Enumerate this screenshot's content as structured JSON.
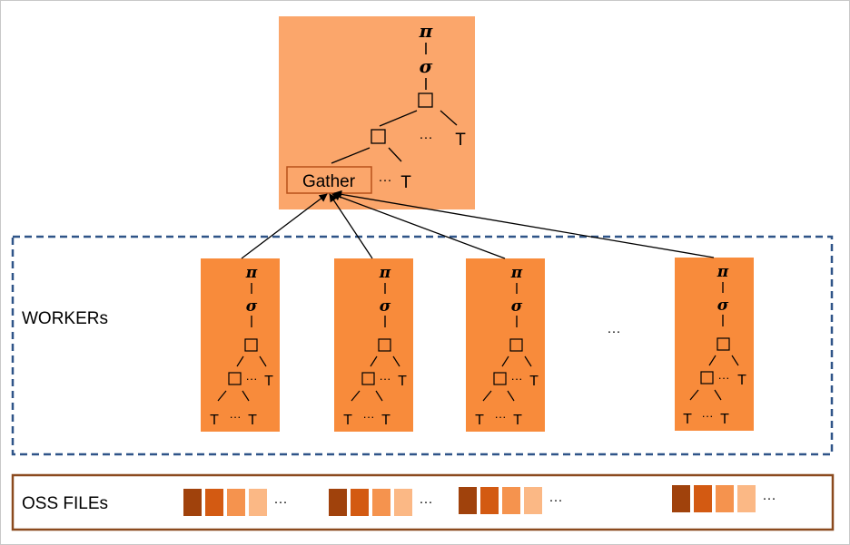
{
  "coordinator": {
    "project_symbol": "π",
    "select_symbol": "σ",
    "gather_label": "Gather",
    "ellipsis": "···",
    "table_label": "T"
  },
  "workers": {
    "label": "WORKERs",
    "between_ellipsis": "···",
    "plans": [
      {
        "project_symbol": "π",
        "select_symbol": "σ",
        "ellipsis": "···",
        "table_label": "T"
      },
      {
        "project_symbol": "π",
        "select_symbol": "σ",
        "ellipsis": "···",
        "table_label": "T"
      },
      {
        "project_symbol": "π",
        "select_symbol": "σ",
        "ellipsis": "···",
        "table_label": "T"
      },
      {
        "project_symbol": "π",
        "select_symbol": "σ",
        "ellipsis": "···",
        "table_label": "T"
      }
    ]
  },
  "oss": {
    "label": "OSS FILEs",
    "ellipsis": "···",
    "file_colors": [
      "#a0420c",
      "#d35a12",
      "#f5934e",
      "#fbb885"
    ]
  },
  "colors": {
    "coordinator_fill": "#fba66b",
    "worker_fill": "#f88b3b",
    "workers_border": "#2f5488",
    "oss_border": "#8b4a1e",
    "gather_border": "#b8501a"
  }
}
